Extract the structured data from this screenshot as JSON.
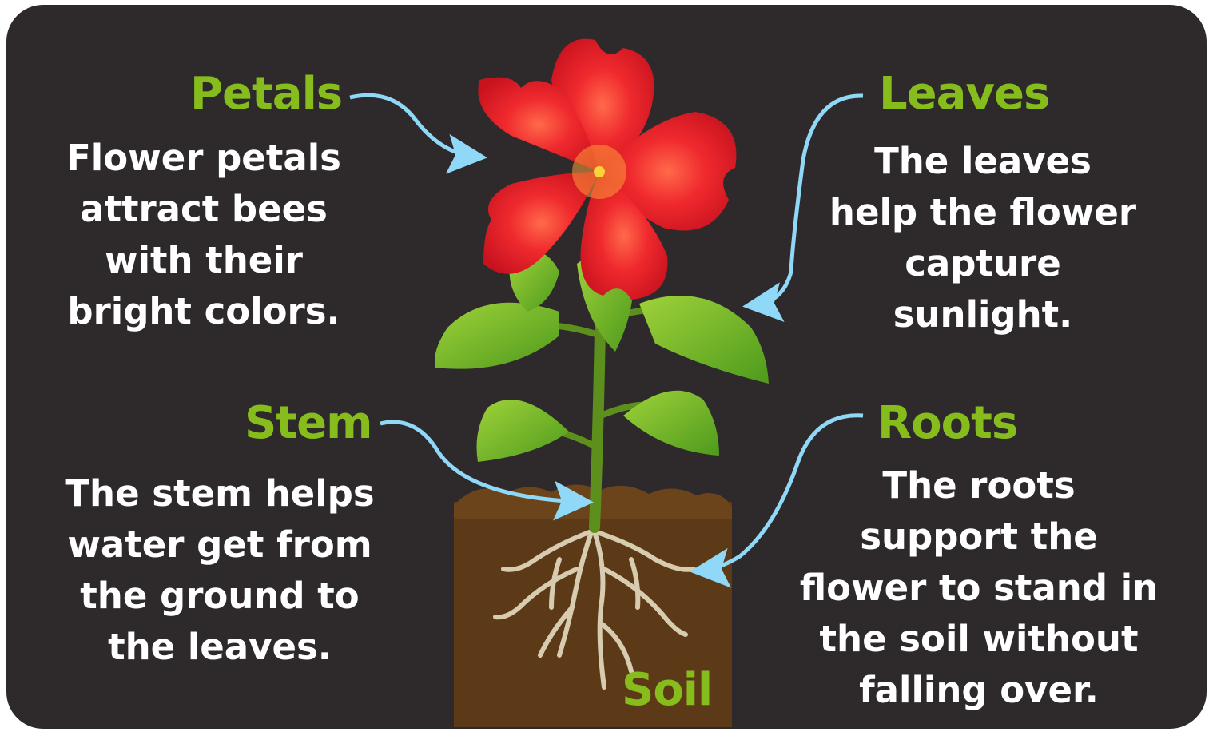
{
  "colors": {
    "background": "#2e2a2b",
    "heading": "#86bd1c",
    "body_text": "#ffffff",
    "arrow": "#8fd8f7",
    "petal": "#e8202b",
    "leaf": "#74b51f",
    "soil": "#5c3a17",
    "root": "#d8ccb0"
  },
  "parts": {
    "petals": {
      "title": "Petals",
      "text": "Flower petals\nattract bees\nwith their\nbright colors."
    },
    "leaves": {
      "title": "Leaves",
      "text": "The leaves\nhelp the flower\ncapture\nsunlight."
    },
    "stem": {
      "title": "Stem",
      "text": "The stem helps\nwater get from\nthe ground to\nthe leaves."
    },
    "roots": {
      "title": "Roots",
      "text": "The roots\nsupport the\nflower to stand in\nthe soil without\nfalling over."
    },
    "soil": {
      "title": "Soil"
    }
  }
}
